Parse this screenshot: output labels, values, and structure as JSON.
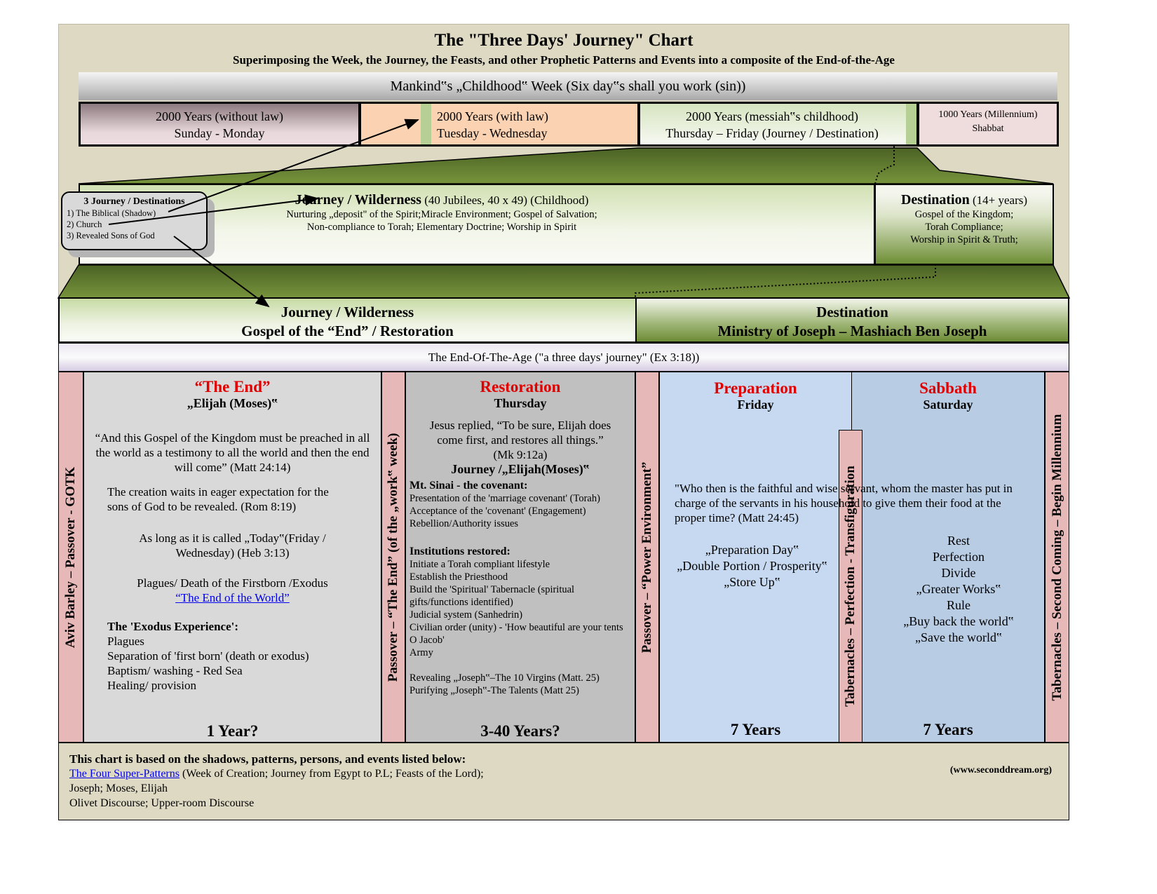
{
  "title": "The \"Three Days' Journey\" Chart",
  "subtitle": "Superimposing the Week, the Journey, the Feasts, and other Prophetic Patterns and Events into a composite of the End-of-the-Age",
  "week_bar": "Mankind‟s „Childhood‟ Week  (Six day‟s shall you work (sin))",
  "eras": [
    {
      "line1": "2000 Years (without law)",
      "line2": "Sunday - Monday"
    },
    {
      "line1": "2000 Years (with law)",
      "line2": "Tuesday - Wednesday"
    },
    {
      "line1": "2000 Years (messiah‟s childhood)",
      "line2": "Thursday – Friday (Journey / Destination)"
    },
    {
      "line1": "1000 Years (Millennium)",
      "line2": "Shabbat"
    }
  ],
  "callout": {
    "title": "3 Journey / Destinations",
    "items": [
      "1)  The Biblical (Shadow)",
      "2)  Church",
      "3)  Revealed Sons of God"
    ]
  },
  "journey": {
    "title": "Journey / Wilderness",
    "title_suffix": " (40 Jubilees, 40 x 49) (Childhood)",
    "line1": "Nurturing „deposit\" of the Spirit;Miracle Environment; Gospel of Salvation;",
    "line2": "Non-compliance to Torah;  Elementary Doctrine; Worship in Spirit"
  },
  "destination": {
    "title": "Destination",
    "title_suffix": " (14+ years)",
    "lines": [
      "Gospel of the Kingdom;",
      "Torah Compliance;",
      "Worship in Spirit & Truth;"
    ]
  },
  "header_left": {
    "line1": "Journey / Wilderness",
    "line2": "Gospel of the “End” / Restoration"
  },
  "header_right": {
    "line1": "Destination",
    "line2": "Ministry of Joseph – Mashiach Ben Joseph"
  },
  "end_bar": "The End-Of-The-Age  (\"a three days' journey\" (Ex 3:18))",
  "strips": [
    "Aviv Barley – Passover - GOTK",
    "Passover – “The End” (of the „work‟ week)",
    "Passover – “Power Environment”",
    "Tabernacles – Perfection - Transfiguration",
    "Tabernacles – Second Coming – Begin Millennium"
  ],
  "col1": {
    "title": "“The End”",
    "subtitle": "„Elijah (Moses)‟",
    "quote1": "“And this Gospel of the Kingdom must be preached in all the world as a testimony to all the world and then the end will come” (Matt 24:14)",
    "quote2": "The creation waits in eager expectation for the sons of God to be revealed. (Rom 8:19)",
    "quote3": "As long as it is called „Today‟(Friday / Wednesday) (Heb 3:13)",
    "plagues": "Plagues/ Death of the Firstborn /Exodus",
    "link": "“The End of the World”",
    "exodus_title": "The 'Exodus Experience':",
    "exodus_items": [
      "Plagues",
      "Separation of 'first born' (death or exodus)",
      "Baptism/ washing - Red Sea",
      "Healing/ provision"
    ],
    "duration": "1 Year?"
  },
  "col2": {
    "title": "Restoration",
    "subtitle": "Thursday",
    "quote": "Jesus replied, “To be sure, Elijah does come first, and restores all things.”",
    "ref": "(Mk 9:12a)",
    "journey": "Journey /„Elijah(Moses)‟",
    "sinai_title": "Mt. Sinai - the covenant:",
    "sinai_items": [
      "Presentation of the 'marriage covenant' (Torah)",
      "Acceptance of the 'covenant' (Engagement)",
      "Rebellion/Authority issues"
    ],
    "inst_title": "Institutions restored:",
    "inst_items": [
      "Initiate a Torah compliant lifestyle",
      "Establish the Priesthood",
      "Build the 'Spiritual' Tabernacle (spiritual gifts/functions identified)",
      "Judicial system (Sanhedrin)",
      "Civilian order (unity) - 'How beautiful are your tents O Jacob'",
      "Army"
    ],
    "joseph_items": [
      "Revealing „Joseph‟–The 10 Virgins  (Matt. 25)",
      "Purifying „Joseph‟-The Talents  (Matt 25)"
    ],
    "duration": "3-40 Years?"
  },
  "col3": {
    "title": "Preparation",
    "subtitle": "Friday",
    "quote": "\"Who then is the faithful and wise servant, whom the master has put in charge of the servants in his household to give them their food at the proper time? (Matt 24:45)",
    "items": [
      "„Preparation Day‟",
      "„Double Portion / Prosperity‟",
      "„Store Up‟"
    ],
    "duration": "7 Years"
  },
  "col4": {
    "title": "Sabbath",
    "subtitle": "Saturday",
    "items": [
      "Rest",
      "Perfection",
      "Divide",
      "„Greater Works‟",
      "Rule",
      "„Buy back the world‟",
      "„Save the world‟"
    ],
    "duration": "7 Years"
  },
  "footer": {
    "title": "This chart is based on the shadows, patterns, persons, and events listed below:",
    "link": "The Four Super-Patterns",
    "link_suffix": " (Week of Creation; Journey from Egypt to P.L; Feasts of the Lord);",
    "line2": "Joseph; Moses, Elijah",
    "line3": "Olivet Discourse; Upper-room Discourse",
    "site": "(www.seconddream.org)"
  },
  "colors": {
    "background": "#ded9c3",
    "red_title": "#e00000",
    "strip_pink": "#e6b9b8",
    "green": "#6d8c35",
    "friday_blue": "#c6d9f0",
    "sabbath_blue": "#b8cce4"
  }
}
